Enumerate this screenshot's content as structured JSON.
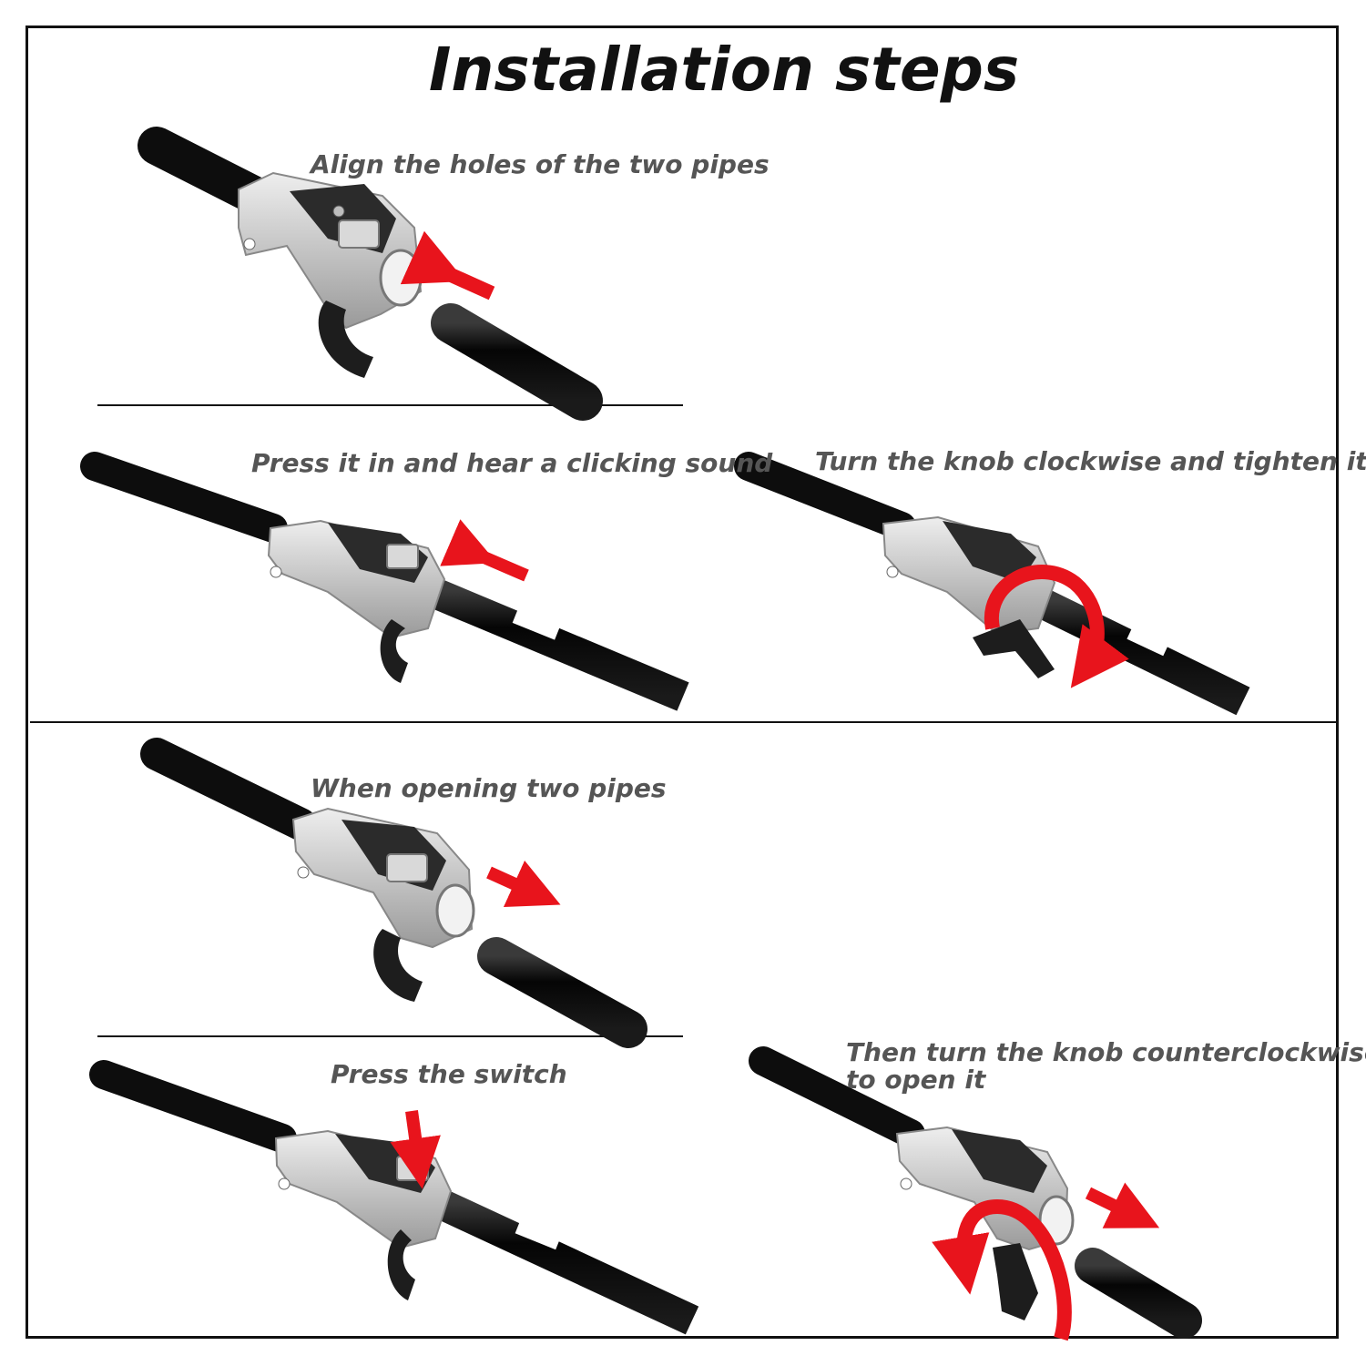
{
  "title": "Installation steps",
  "steps": [
    {
      "caption": "Align the holes of the two pipes"
    },
    {
      "caption": "Press it in and hear a clicking sound"
    },
    {
      "caption": "Turn the knob clockwise and tighten it"
    },
    {
      "caption": "When opening two pipes"
    },
    {
      "caption": "Press the switch"
    },
    {
      "caption_line1": "Then turn the knob counterclockwise",
      "caption_line2": "to open it"
    }
  ],
  "colors": {
    "arrow": "#e8141c",
    "pipe": "#0d0d0d",
    "metal": "#c9c9c9",
    "caption": "#555555"
  }
}
